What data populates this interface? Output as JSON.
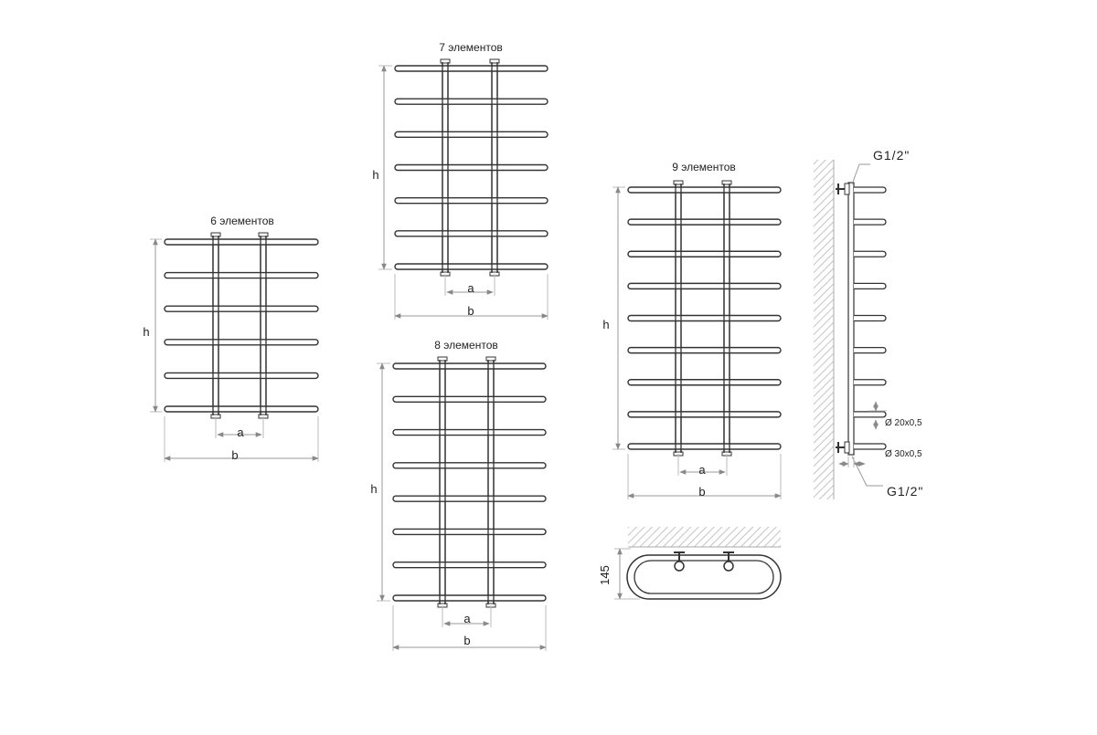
{
  "labels": {
    "e6": "6 элементов",
    "e7": "7 элементов",
    "e8": "8 элементов",
    "e9": "9 элементов",
    "h": "h",
    "a": "a",
    "b": "b",
    "depth": "145",
    "g_top": "G1/2\"",
    "g_bottom": "G1/2\"",
    "d_tube": "Ø 20x0,5",
    "d_collector": "Ø 30x0,5"
  },
  "radiators": [
    {
      "id": "r6",
      "elements": 6
    },
    {
      "id": "r7",
      "elements": 7
    },
    {
      "id": "r8",
      "elements": 8
    },
    {
      "id": "r9",
      "elements": 9
    }
  ],
  "colors": {
    "line": "#333333",
    "dim": "#777777",
    "hatch": "#bbbbbb"
  }
}
